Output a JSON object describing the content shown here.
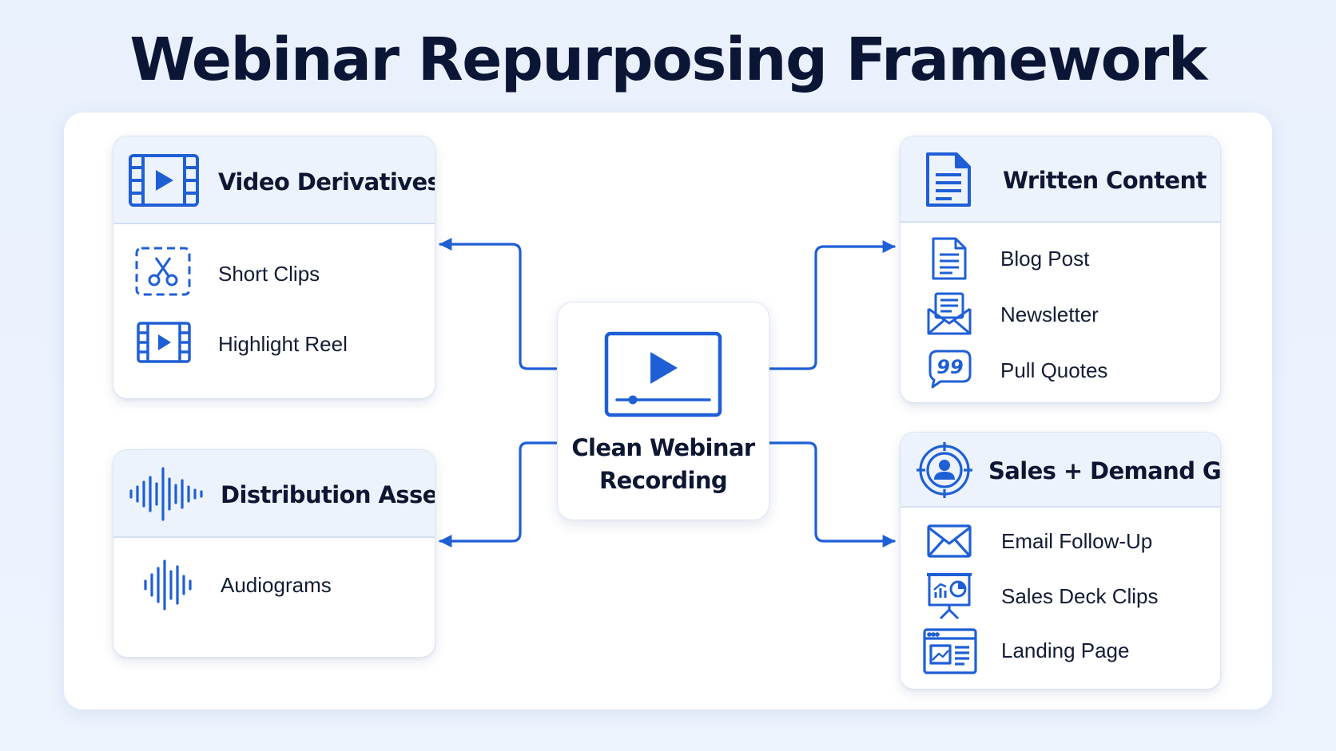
{
  "title": "Webinar Repurposing Framework",
  "center": {
    "line1": "Clean Webinar",
    "line2": "Recording",
    "icon": "video-player-icon"
  },
  "colors": {
    "accent": "#1f5fd6",
    "text": "#0d1733",
    "header_bg": "#edf3fc",
    "background": "#eaf2fd"
  },
  "groups": {
    "video": {
      "title": "Video Derivatives",
      "icon": "film-strip-icon",
      "items": [
        {
          "label": "Short Clips",
          "icon": "scissors-icon"
        },
        {
          "label": "Highlight Reel",
          "icon": "film-strip-icon"
        }
      ]
    },
    "distribution": {
      "title": "Distribution Assets",
      "icon": "sound-wave-icon",
      "items": [
        {
          "label": "Audiograms",
          "icon": "sound-wave-icon"
        }
      ]
    },
    "written": {
      "title": "Written Content",
      "icon": "document-icon",
      "items": [
        {
          "label": "Blog Post",
          "icon": "document-icon"
        },
        {
          "label": "Newsletter",
          "icon": "envelope-open-icon"
        },
        {
          "label": "Pull Quotes",
          "icon": "quote-bubble-icon"
        }
      ]
    },
    "sales": {
      "title": "Sales + Demand Gen",
      "icon": "target-user-icon",
      "items": [
        {
          "label": "Email Follow-Up",
          "icon": "envelope-icon"
        },
        {
          "label": "Sales Deck Clips",
          "icon": "presentation-icon"
        },
        {
          "label": "Landing Page",
          "icon": "webpage-icon"
        }
      ]
    }
  }
}
